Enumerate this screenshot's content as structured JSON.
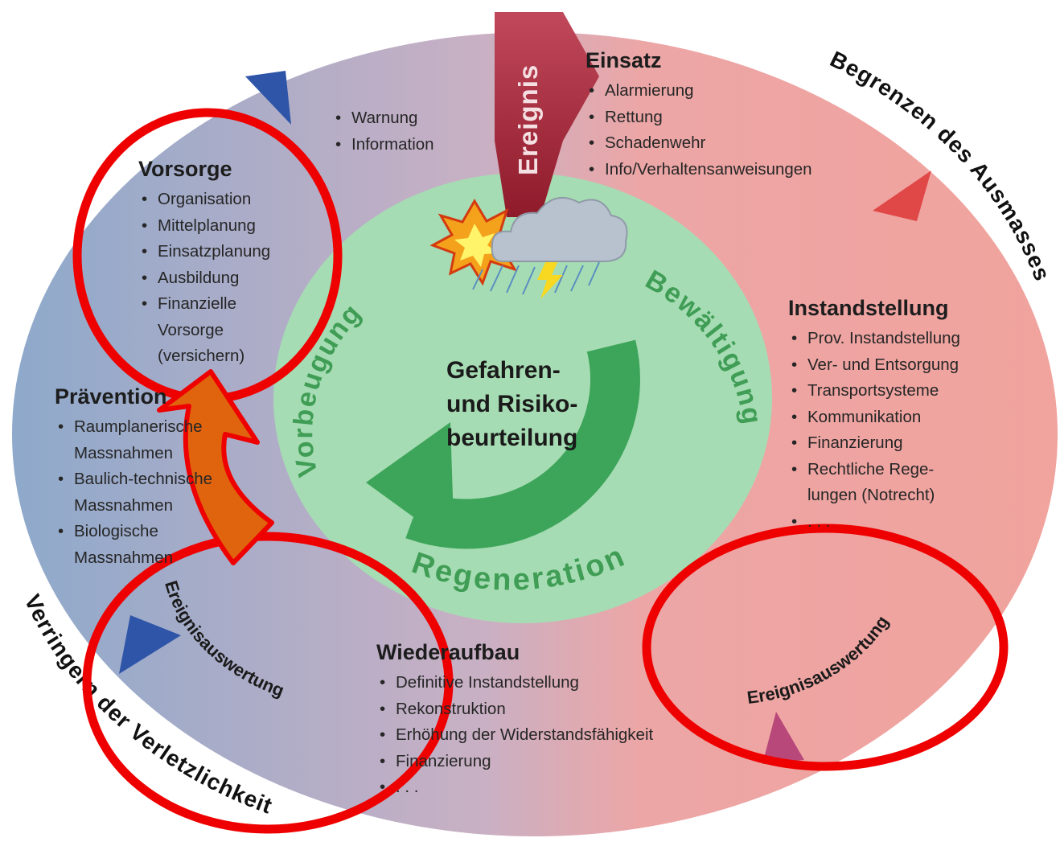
{
  "center": {
    "line1": "Gefahren-",
    "line2": "und Risiko-",
    "line3": "beurteilung"
  },
  "ring_labels": {
    "vorbeugung": "Vorbeugung",
    "bewaeltigung": "Bewältigung",
    "regeneration": "Regeneration"
  },
  "event": "Ereignis",
  "outer_labels": {
    "top_right": "Begrenzen des Ausmasses",
    "bottom_left": "Verringern der Verletzlichkeit"
  },
  "ereignisauswertung_left": "Ereignisauswertung",
  "ereignisauswertung_right": "Ereignisauswertung",
  "warnung": {
    "items": [
      "Warnung",
      "Information"
    ]
  },
  "einsatz": {
    "title": "Einsatz",
    "items": [
      "Alarmierung",
      "Rettung",
      "Schadenwehr",
      "Info/Verhaltensanweisungen"
    ]
  },
  "vorsorge": {
    "title": "Vorsorge",
    "items": [
      "Organisation",
      "Mittelplanung",
      "Einsatzplanung",
      "Ausbildung",
      "Finanzielle",
      "Vorsorge",
      "(versichern)"
    ]
  },
  "praevention": {
    "title": "Prävention",
    "items": [
      "Raumplanerische",
      "Massnahmen",
      "Baulich-technische",
      "Massnahmen",
      "Biologische",
      "Massnahmen"
    ]
  },
  "instandstellung": {
    "title": "Instandstellung",
    "items": [
      "Prov. Instandstellung",
      "Ver- und Entsorgung",
      "Transportsysteme",
      "Kommunikation",
      "Finanzierung",
      "Rechtliche Rege-",
      "lungen (Notrecht)",
      ". . ."
    ]
  },
  "wiederaufbau": {
    "title": "Wiederaufbau",
    "items": [
      "Definitive Instandstellung",
      "Rekonstruktion",
      "Erhöhung der Widerstandsfähigkeit",
      "Finanzierung",
      ". . ."
    ]
  },
  "colors": {
    "outer_left": "#8fa8c8",
    "outer_right": "#f0a7a3",
    "inner": "#a7dcb4",
    "cycle_arrow": "#3da55a",
    "ring_text": "#3f9d55",
    "event_arrow": "#b0303e",
    "highlight": "#ee0000",
    "orange_arrow": "#e0640e",
    "blue_marker": "#2f55a8",
    "red_marker": "#e04848"
  },
  "icons": [
    "explosion-icon",
    "storm-cloud-icon"
  ]
}
